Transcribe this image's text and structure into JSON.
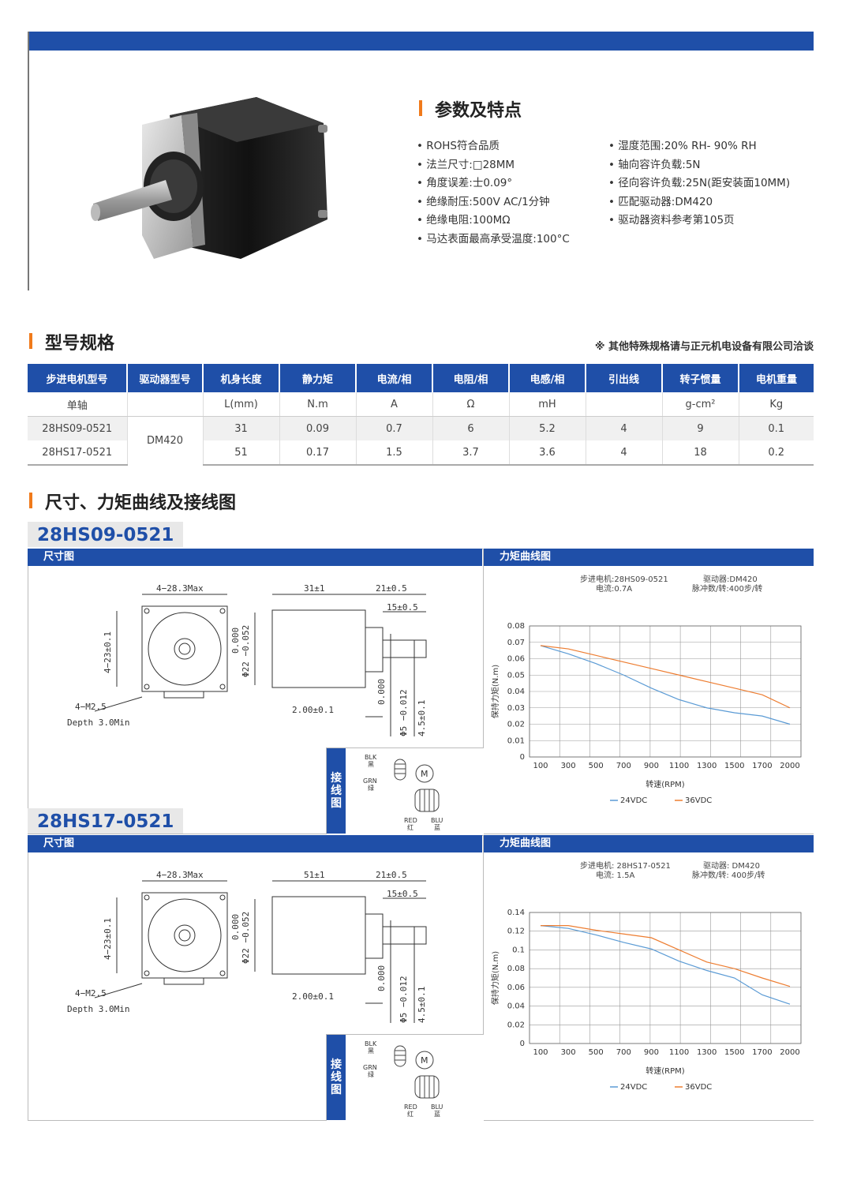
{
  "features": {
    "title": "参数及特点",
    "left": [
      "ROHS符合品质",
      "法兰尺寸:□28MM",
      "角度误差:士0.09°",
      "绝缘耐压:500V AC/1分钟",
      "绝缘电阻:100MΩ",
      "马达表面最高承受温度:100°C"
    ],
    "right": [
      "湿度范围:20% RH- 90% RH",
      "轴向容许负载:5N",
      "径向容许负载:25N(距安装面10MM)",
      "匹配驱动器:DM420",
      "驱动器资料参考第105页"
    ]
  },
  "spec": {
    "title": "型号规格",
    "note": "※ 其他特殊规格请与正元机电设备有限公司洽谈",
    "headers": [
      "步进电机型号",
      "驱动器型号",
      "机身长度",
      "静力矩",
      "电流/相",
      "电阻/相",
      "电感/相",
      "引出线",
      "转子惯量",
      "电机重量"
    ],
    "units": [
      "单轴",
      "",
      "L(mm)",
      "N.m",
      "A",
      "Ω",
      "mH",
      "",
      "g-cm²",
      "Kg"
    ],
    "driver": "DM420",
    "rows": [
      [
        "28HS09-0521",
        "31",
        "0.09",
        "0.7",
        "6",
        "5.2",
        "4",
        "9",
        "0.1"
      ],
      [
        "28HS17-0521",
        "51",
        "0.17",
        "1.5",
        "3.7",
        "3.6",
        "4",
        "18",
        "0.2"
      ]
    ]
  },
  "section3": {
    "title": "尺寸、力矩曲线及接线图"
  },
  "models": [
    {
      "name": "28HS09-0521",
      "dim_label": "尺寸图",
      "curve_label": "力矩曲线图",
      "wiring_label": "接线图",
      "dims": {
        "flange": "4−28.3Max",
        "hole": "4−23±0.1",
        "screw": "4−M2.5",
        "depth": "Depth 3.0Min",
        "pilot": "Φ22 −0.052",
        "pilot_tol": "0.000",
        "length": "31±1",
        "shaft": "21±0.5",
        "flat": "15±0.5",
        "boss": "2.00±0.1",
        "shaft_dia": "Φ5 −0.012",
        "shaft_tol": "0.000",
        "d_cut": "4.5±0.1"
      },
      "wires": {
        "blk": "BLK",
        "blk_cn": "黑",
        "grn": "GRN",
        "grn_cn": "绿",
        "red": "RED",
        "red_cn": "红",
        "blu": "BLU",
        "blu_cn": "蓝",
        "motor": "M"
      },
      "chart_info": {
        "l1": "步进电机:28HS09-0521",
        "l2": "电流:0.7A",
        "r1": "驱动器:DM420",
        "r2": "脉冲数/转:400步/转"
      }
    },
    {
      "name": "28HS17-0521",
      "dim_label": "尺寸图",
      "curve_label": "力矩曲线图",
      "wiring_label": "接线图",
      "dims": {
        "flange": "4−28.3Max",
        "hole": "4−23±0.1",
        "screw": "4−M2.5",
        "depth": "Depth 3.0Min",
        "pilot": "Φ22 −0.052",
        "pilot_tol": "0.000",
        "length": "51±1",
        "shaft": "21±0.5",
        "flat": "15±0.5",
        "boss": "2.00±0.1",
        "shaft_dia": "Φ5 −0.012",
        "shaft_tol": "0.000",
        "d_cut": "4.5±0.1"
      },
      "wires": {
        "blk": "BLK",
        "blk_cn": "黑",
        "grn": "GRN",
        "grn_cn": "绿",
        "red": "RED",
        "red_cn": "红",
        "blu": "BLU",
        "blu_cn": "蓝",
        "motor": "M"
      },
      "chart_info": {
        "l1": "步进电机: 28HS17-0521",
        "l2": "电流: 1.5A",
        "r1": "驱动器: DM420",
        "r2": "脉冲数/转: 400步/转"
      }
    }
  ],
  "chart_data": [
    {
      "type": "line",
      "x": [
        100,
        300,
        500,
        700,
        900,
        1100,
        1300,
        1500,
        1700,
        2000
      ],
      "xlabel": "转速(RPM)",
      "ylabel": "保持力矩(N.m)",
      "ylim": [
        0,
        0.08
      ],
      "yticks": [
        "0",
        "0.01",
        "0.02",
        "0.03",
        "0.04",
        "0.05",
        "0.06",
        "0.07",
        "0.08"
      ],
      "grid": true,
      "legend": "bottom",
      "series": [
        {
          "name": "24VDC",
          "color": "#5b9bd5",
          "values": [
            0.068,
            0.063,
            0.057,
            0.05,
            0.042,
            0.035,
            0.03,
            0.027,
            0.025,
            0.02
          ]
        },
        {
          "name": "36VDC",
          "color": "#ed7d31",
          "values": [
            0.068,
            0.066,
            0.062,
            0.058,
            0.054,
            0.05,
            0.046,
            0.042,
            0.038,
            0.03
          ]
        }
      ]
    },
    {
      "type": "line",
      "x": [
        100,
        300,
        500,
        700,
        900,
        1100,
        1300,
        1500,
        1700,
        2000
      ],
      "xlabel": "转速(RPM)",
      "ylabel": "保持力矩(N.m)",
      "ylim": [
        0,
        0.14
      ],
      "yticks": [
        "0",
        "0.02",
        "0.04",
        "0.06",
        "0.08",
        "0.1",
        "0.12",
        "0.14"
      ],
      "grid": true,
      "legend": "bottom",
      "series": [
        {
          "name": "24VDC",
          "color": "#5b9bd5",
          "values": [
            0.126,
            0.123,
            0.116,
            0.108,
            0.101,
            0.088,
            0.078,
            0.07,
            0.052,
            0.042
          ]
        },
        {
          "name": "36VDC",
          "color": "#ed7d31",
          "values": [
            0.126,
            0.126,
            0.121,
            0.117,
            0.113,
            0.1,
            0.087,
            0.08,
            0.07,
            0.061
          ]
        }
      ]
    }
  ]
}
